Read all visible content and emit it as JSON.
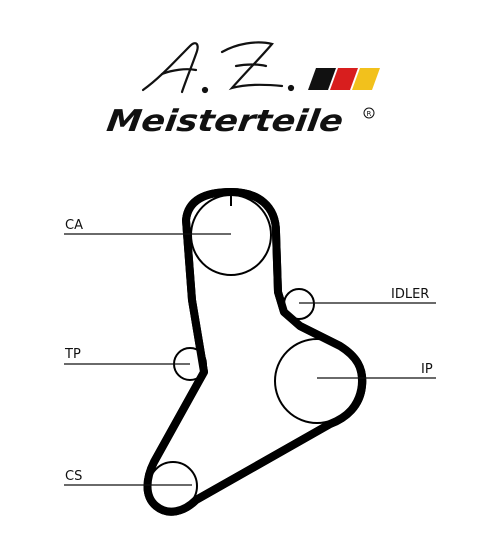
{
  "brand": {
    "initials": "A.Z.",
    "wordmark": "Meisterteile",
    "registered_mark": "R",
    "flag_colors": [
      "#111111",
      "#d81e1e",
      "#f2c11c"
    ]
  },
  "diagram": {
    "labels": {
      "CA": "CA",
      "IDLER": "IDLER",
      "TP": "TP",
      "IP": "IP",
      "CS": "CS"
    }
  }
}
